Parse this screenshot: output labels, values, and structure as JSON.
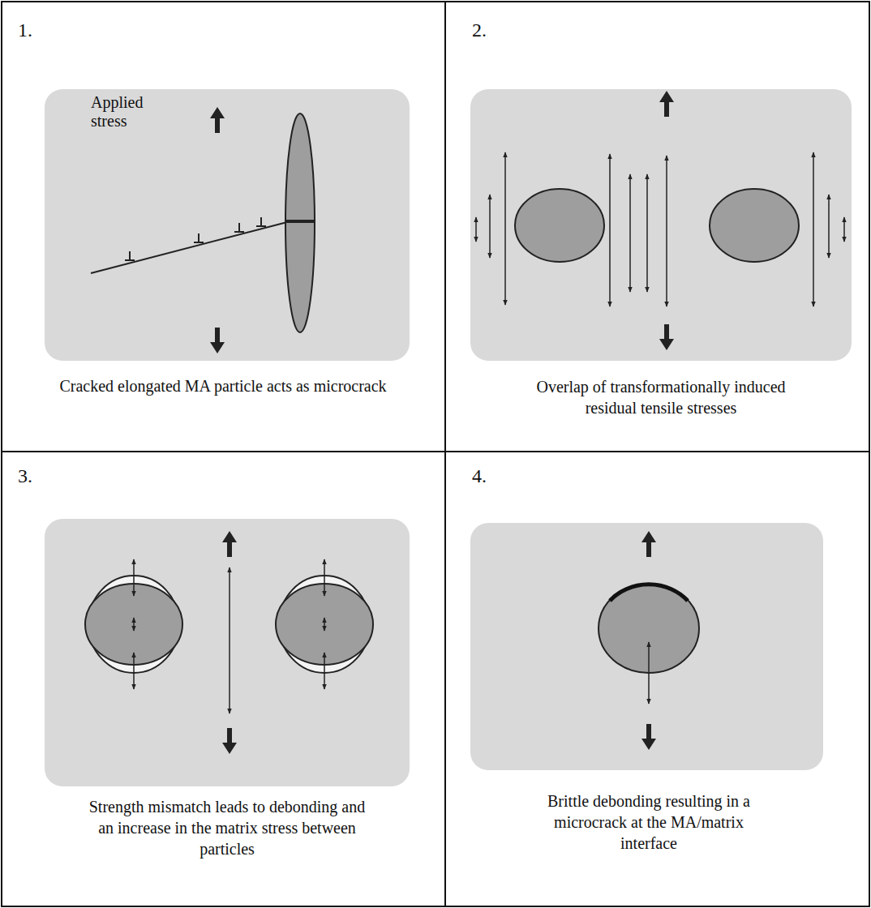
{
  "diagram": {
    "nodes": [
      {
        "text": [
          "1.",
          "Cracked elongated MA particle acts as microcrack"
        ]
      },
      {
        "text": [
          "2.",
          "Overlap of transformationally induced residual tensile stresses"
        ]
      },
      {
        "text": [
          "3.",
          "Strength mismatch leads to debonding and an increase in the matrix stress between particles"
        ]
      },
      {
        "text": [
          "4.",
          "Brittle debonding resulting in a microcrack at the MA/matrix interface"
        ]
      }
    ],
    "labels": [
      "Applied stress"
    ]
  }
}
